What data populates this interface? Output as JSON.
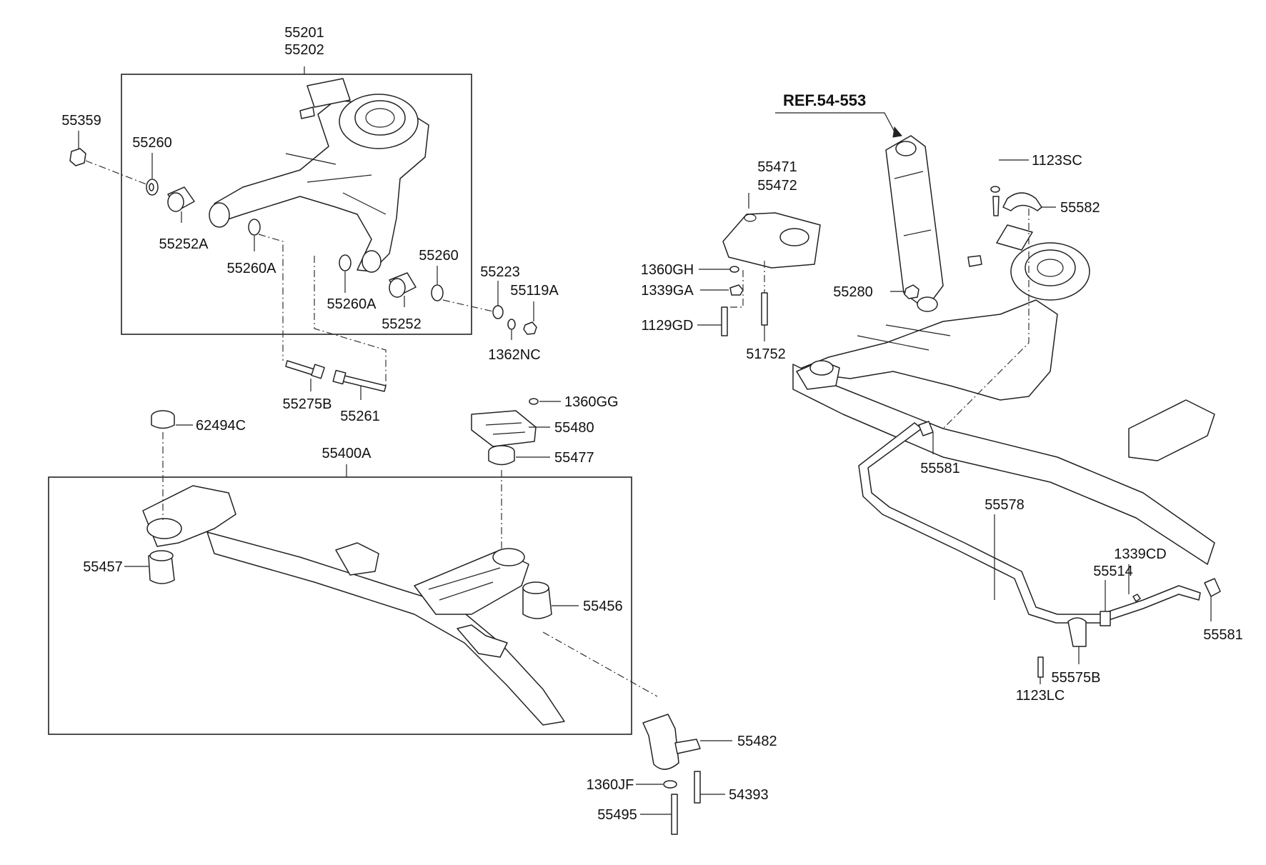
{
  "reference": {
    "label": "REF.54-553"
  },
  "part_labels": {
    "p55201": "55201",
    "p55202": "55202",
    "p55359": "55359",
    "p55260_top": "55260",
    "p55252A": "55252A",
    "p55260A_left": "55260A",
    "p55260A_mid": "55260A",
    "p55260_right": "55260",
    "p55252": "55252",
    "p55223": "55223",
    "p55119A": "55119A",
    "p1362NC": "1362NC",
    "p55275B": "55275B",
    "p55261": "55261",
    "p1360GG": "1360GG",
    "p55480": "55480",
    "p62494C": "62494C",
    "p55400A": "55400A",
    "p55477": "55477",
    "p55457": "55457",
    "p55456": "55456",
    "p55482": "55482",
    "p1360JF": "1360JF",
    "p54393": "54393",
    "p55495": "55495",
    "p55471": "55471",
    "p55472": "55472",
    "p1360GH": "1360GH",
    "p1339GA": "1339GA",
    "p1129GD": "1129GD",
    "p51752": "51752",
    "p1123SC": "1123SC",
    "p55582": "55582",
    "p55280": "55280",
    "p55581_top": "55581",
    "p55578": "55578",
    "p1339CD": "1339CD",
    "p55514": "55514",
    "p55581_right": "55581",
    "p55575B": "55575B",
    "p1123LC": "1123LC"
  }
}
